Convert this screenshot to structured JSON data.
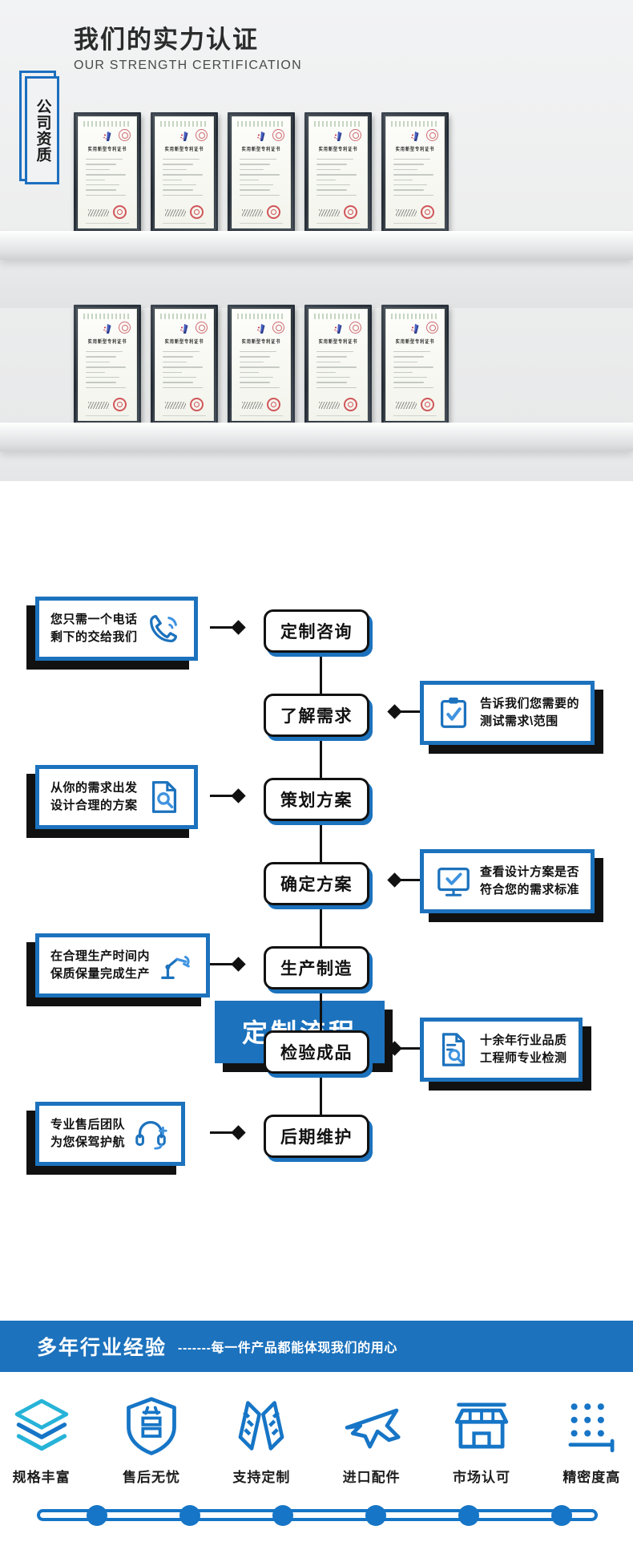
{
  "certification": {
    "title_cn": "我们的实力认证",
    "title_en": "OUR STRENGTH CERTIFICATION",
    "badge_text": "公司资质",
    "accent_color": "#1c6fc0",
    "certificate_title": "实用新型专利证书",
    "rows": [
      {
        "count": 5,
        "items": [
          "实用新型专利证书",
          "实用新型专利证书",
          "实用新型专利证书",
          "实用新型专利证书",
          "实用新型专利证书"
        ]
      },
      {
        "count": 5,
        "items": [
          "实用新型专利证书",
          "实用新型专利证书",
          "实用新型专利证书",
          "实用新型专利证书",
          "实用新型专利证书"
        ]
      }
    ]
  },
  "process": {
    "banner_title": "定制流程",
    "banner_color": "#1c72bd",
    "shadow_color": "#111111",
    "nodes": [
      {
        "label": "定制咨询"
      },
      {
        "label": "了解需求"
      },
      {
        "label": "策划方案"
      },
      {
        "label": "确定方案"
      },
      {
        "label": "生产制造"
      },
      {
        "label": "检验成品"
      },
      {
        "label": "后期维护"
      }
    ],
    "info_boxes": [
      {
        "side": "left",
        "icon": "phone-call-icon",
        "line1": "您只需一个电话",
        "line2": "剩下的交给我们"
      },
      {
        "side": "right",
        "icon": "clipboard-check-icon",
        "line1": "告诉我们您需要的",
        "line2": "测试需求\\范围"
      },
      {
        "side": "left",
        "icon": "document-search-icon",
        "line1": "从你的需求出发",
        "line2": "设计合理的方案"
      },
      {
        "side": "right",
        "icon": "monitor-check-icon",
        "line1": "查看设计方案是否",
        "line2": "符合您的需求标准"
      },
      {
        "side": "left",
        "icon": "robot-arm-icon",
        "line1": "在合理生产时间内",
        "line2": "保质保量完成生产"
      },
      {
        "side": "right",
        "icon": "file-inspect-icon",
        "line1": "十余年行业品质",
        "line2": "工程师专业检测"
      },
      {
        "side": "left",
        "icon": "headset-support-icon",
        "line1": "专业售后团队",
        "line2": "为您保驾护航"
      }
    ]
  },
  "experience": {
    "headline": "多年行业经验",
    "dashes": "-------",
    "subline": "每一件产品都能体现我们的用心",
    "bar_color": "#1c72bd"
  },
  "features": {
    "items": [
      {
        "icon": "layers-icon",
        "label": "规格丰富"
      },
      {
        "icon": "shield-sale-icon",
        "label": "售后无忧"
      },
      {
        "icon": "ruler-pencil-icon",
        "label": "支持定制"
      },
      {
        "icon": "airplane-icon",
        "label": "进口配件"
      },
      {
        "icon": "storefront-icon",
        "label": "市场认可"
      },
      {
        "icon": "precision-dots-icon",
        "label": "精密度高"
      }
    ],
    "timeline_dots": 6,
    "timeline_color": "#1675c6"
  }
}
